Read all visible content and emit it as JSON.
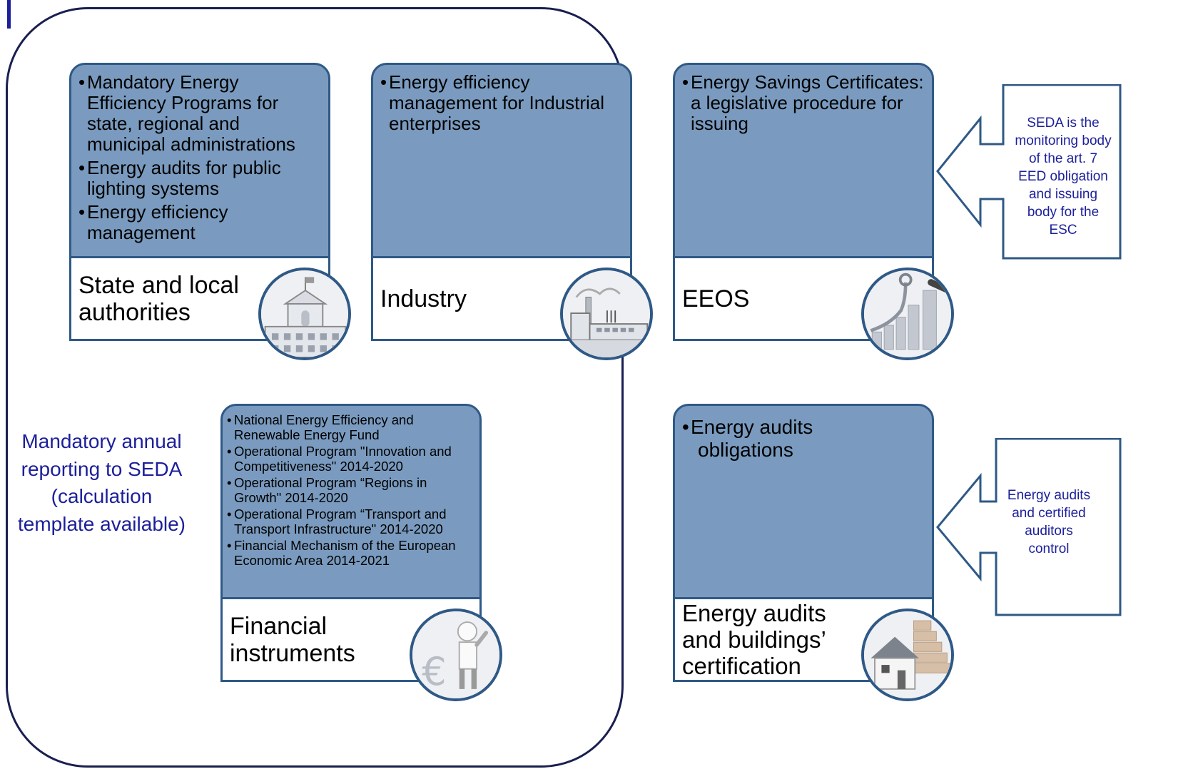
{
  "mandatory_reporting": "Mandatory annual reporting to SEDA (calculation template available)",
  "cards": {
    "state": {
      "items": [
        "Mandatory Energy Efficiency Programs for state, regional and municipal administrations",
        "Energy audits for public lighting systems",
        "Energy efficiency management"
      ],
      "label": "State and local authorities",
      "icon": "government-building-icon"
    },
    "industry": {
      "items": [
        "Energy efficiency management for Industrial enterprises"
      ],
      "label": "Industry",
      "icon": "factory-icon"
    },
    "eeos": {
      "items": [
        "Energy Savings Certificates: a legislative procedure for issuing"
      ],
      "label": "EEOS",
      "icon": "growth-bar-chart-icon"
    },
    "financial": {
      "items": [
        "National Energy Efficiency and Renewable Energy Fund",
        "Operational Program \"Innovation and Competitiveness\" 2014-2020",
        "Operational Program “Regions in Growth\" 2014-2020",
        "Operational Program “Transport and Transport Infrastructure\" 2014-2020",
        "Financial Mechanism of the European Economic Area 2014-2021"
      ],
      "label": "Financial instruments",
      "icon": "person-with-euro-icon"
    },
    "audits": {
      "items": [
        "Energy audits obligations"
      ],
      "label": "Energy audits and buildings’ certification",
      "icon": "house-energy-rating-icon"
    }
  },
  "callouts": {
    "seda": "SEDA is the monitoring body of the art. 7 EED obligation and issuing body for the ESC",
    "audits": "Energy audits and certified auditors control"
  },
  "colors": {
    "card_fill": "#7a9bbf",
    "card_border": "#2f5986",
    "accent_text": "#1c1f9a",
    "frame": "#1a1f4f"
  }
}
